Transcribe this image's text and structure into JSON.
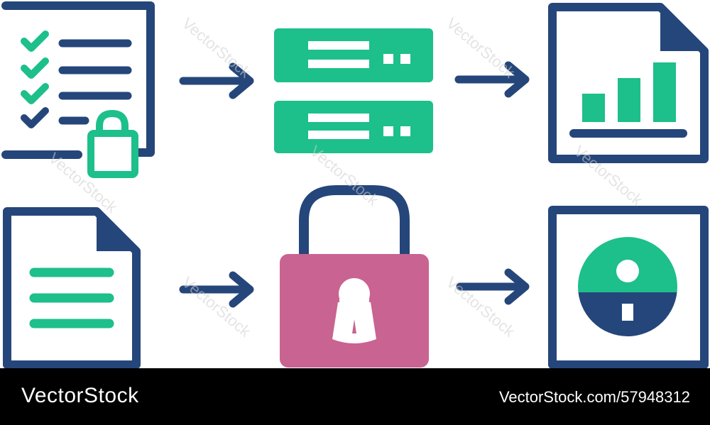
{
  "colors": {
    "navy": "#25467a",
    "green": "#1dbf8b",
    "pink": "#c96391",
    "white": "#ffffff",
    "footer_bg": "#000000"
  },
  "icons": [
    "checklist-lock-icon",
    "server-stack-icon",
    "bar-chart-document-icon",
    "text-document-icon",
    "padlock-icon",
    "user-profile-icon"
  ],
  "flow_rows": [
    {
      "from": "checklist-lock-icon",
      "via": "server-stack-icon",
      "to": "bar-chart-document-icon"
    },
    {
      "from": "text-document-icon",
      "via": "padlock-icon",
      "to": "user-profile-icon"
    }
  ],
  "watermark": "VectorStock",
  "footer": {
    "brand": "VectorStock",
    "image_id": "VectorStock.com/57948312"
  }
}
